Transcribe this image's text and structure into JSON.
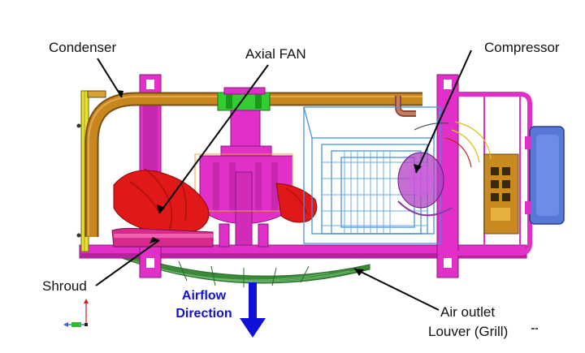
{
  "labels": {
    "condenser": "Condenser",
    "axial_fan": "Axial FAN",
    "compressor": "Compressor",
    "shroud": "Shroud",
    "airflow_line1": "Airflow",
    "airflow_line2": "Direction",
    "outlet_line1": "Air outlet",
    "outlet_line2": "Louver (Grill)"
  },
  "colors": {
    "frame": "#e030c8",
    "condenser_tube": "#c8861e",
    "fan": "#e01818",
    "shroud": "#d82a8c",
    "compressor_wire": "#4a90e0",
    "grill": "#3a8a3a",
    "side_panel": "#5878d8",
    "control_board": "#c88a20",
    "connector": "#33cc33",
    "arrow": "#1010d8"
  }
}
